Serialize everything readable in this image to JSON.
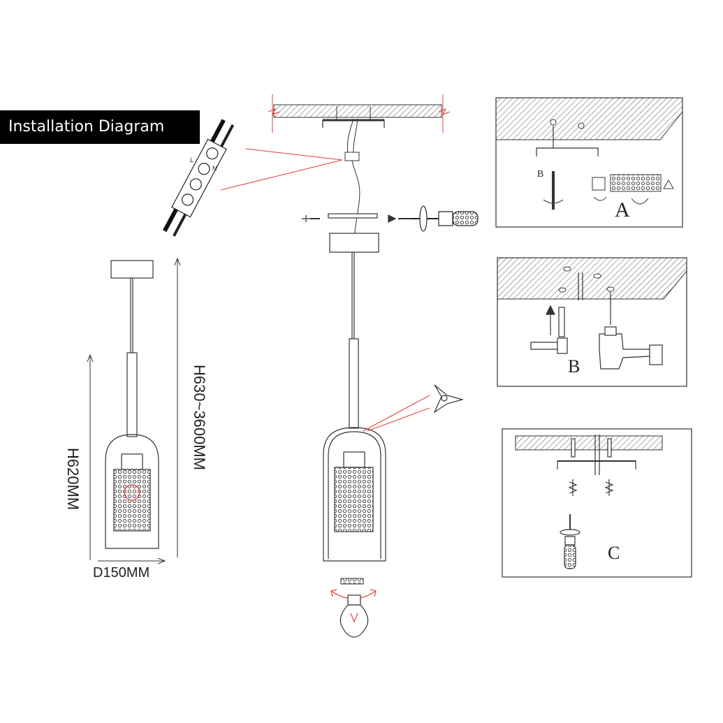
{
  "title": "Installation Diagram",
  "dimensions": {
    "total_height": "H630~3600MM",
    "shade_height": "H620MM",
    "diameter": "D150MM"
  },
  "wiring_labels": [
    "L",
    "N"
  ],
  "steps": {
    "a": "A",
    "b_side": "B",
    "b": "B",
    "c": "C"
  },
  "colors": {
    "line": "#333333",
    "pointer": "#e0403a",
    "title_bg": "#000000",
    "title_fg": "#ffffff"
  }
}
